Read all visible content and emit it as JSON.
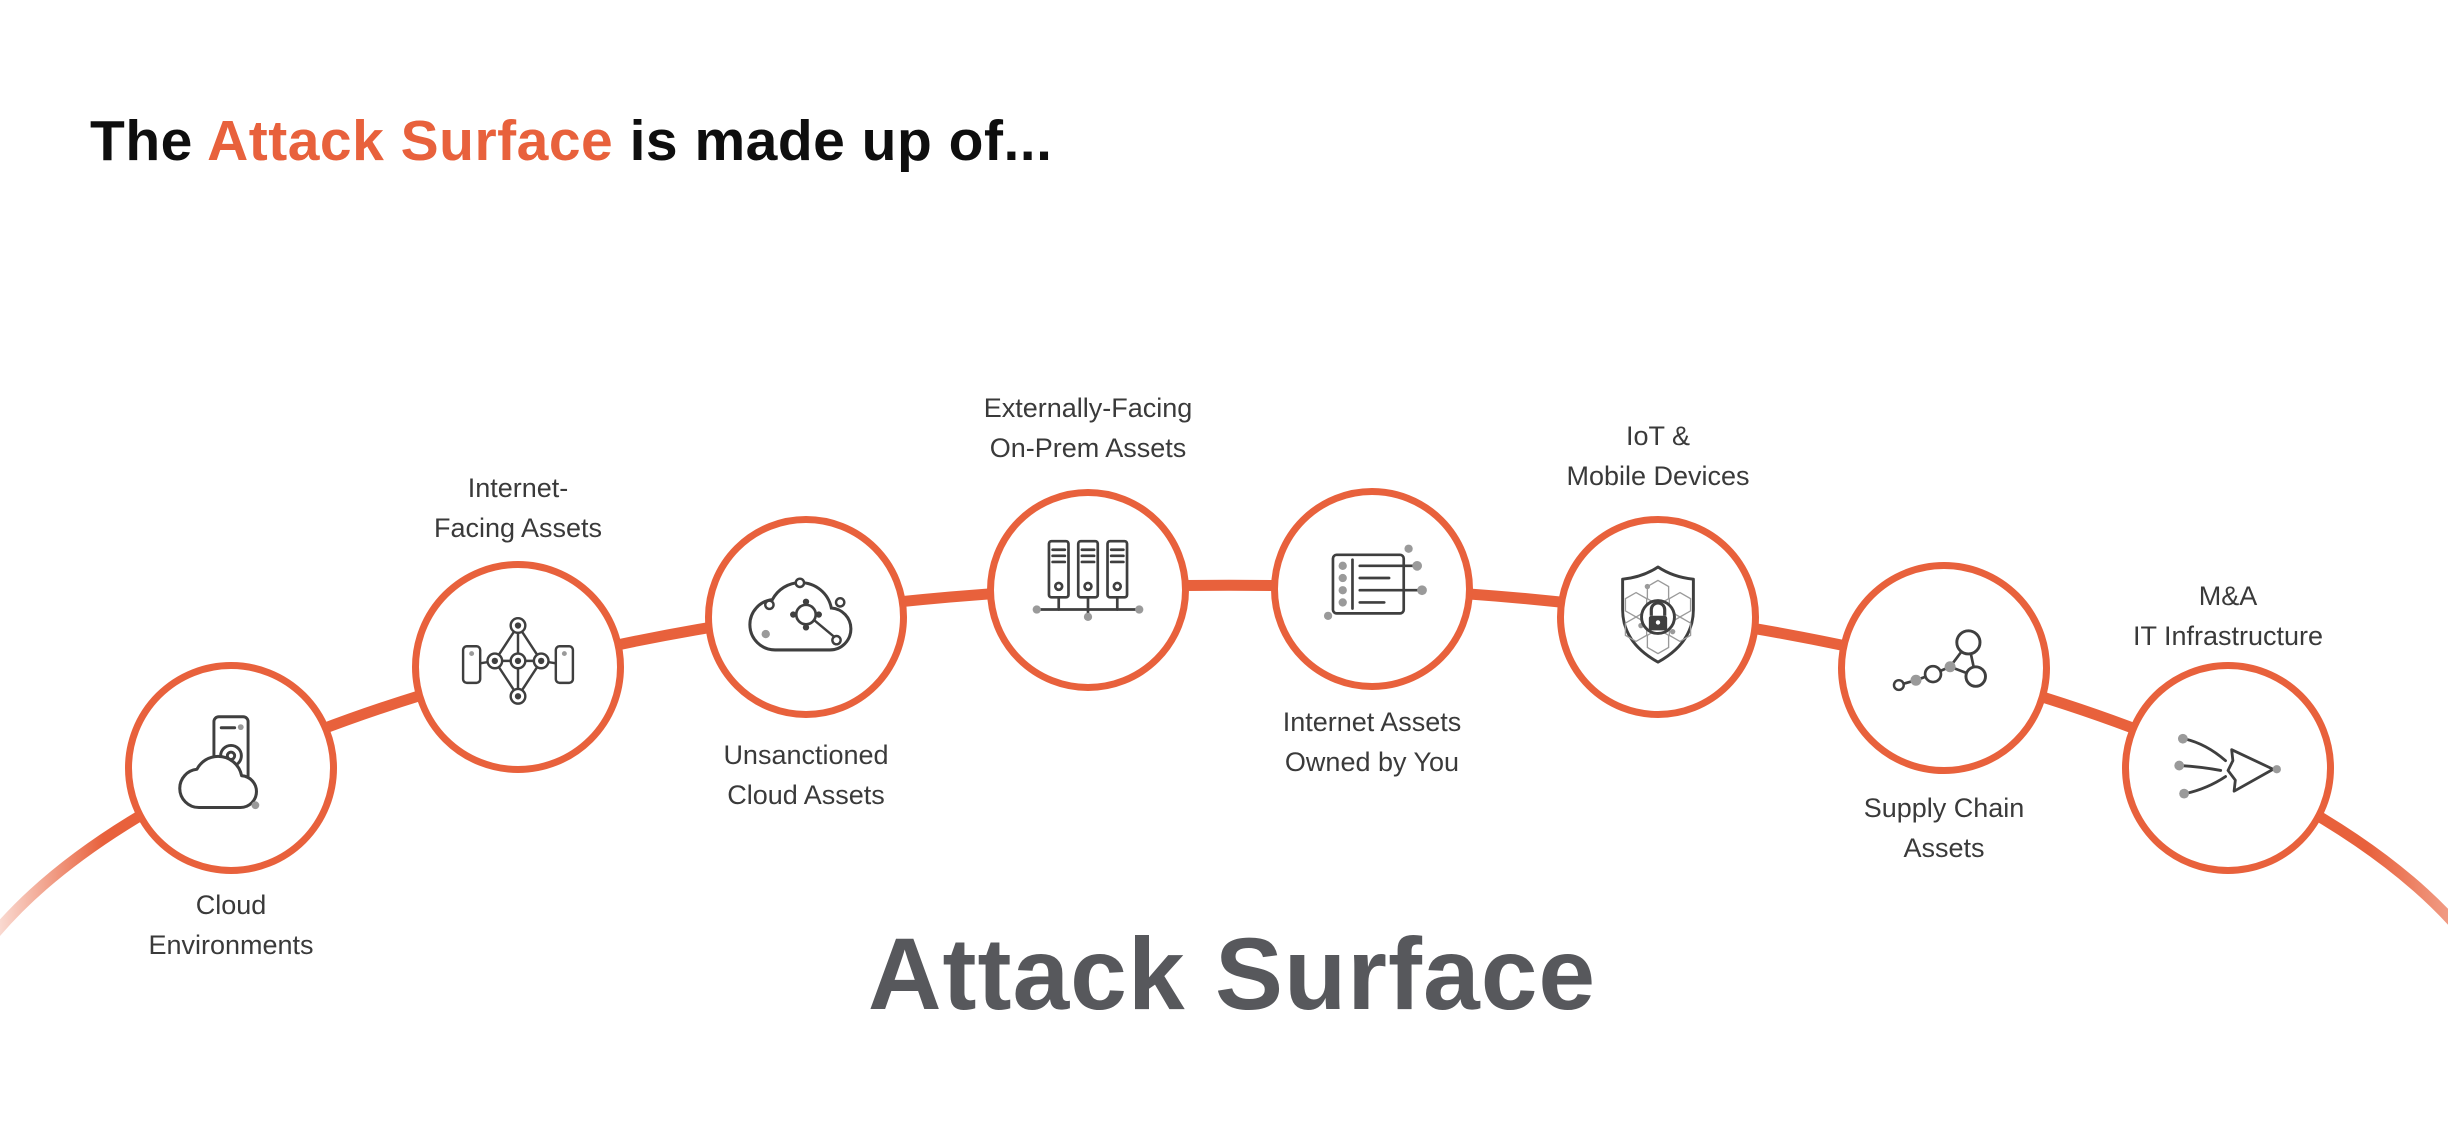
{
  "header": {
    "title_prefix": "The ",
    "title_highlight": "Attack Surface",
    "title_suffix": " is made up of..."
  },
  "diagram": {
    "big_label": "Attack Surface",
    "nodes": [
      {
        "name": "cloud-environments",
        "icon": "cloud-server-icon",
        "label_line1": "Cloud",
        "label_line2": "Environments",
        "label_position": "below"
      },
      {
        "name": "internet-facing-assets",
        "icon": "network-nodes-icon",
        "label_line1": "Internet-",
        "label_line2": "Facing Assets",
        "label_position": "above"
      },
      {
        "name": "unsanctioned-cloud-assets",
        "icon": "cloud-circuit-icon",
        "label_line1": "Unsanctioned",
        "label_line2": "Cloud Assets",
        "label_position": "below"
      },
      {
        "name": "externally-facing-on-prem-assets",
        "icon": "server-racks-icon",
        "label_line1": "Externally-Facing",
        "label_line2": "On-Prem Assets",
        "label_position": "above"
      },
      {
        "name": "internet-assets-owned-by-you",
        "icon": "asset-list-icon",
        "label_line1": "Internet Assets",
        "label_line2": "Owned by You",
        "label_position": "below"
      },
      {
        "name": "iot-mobile-devices",
        "icon": "shield-lock-icon",
        "label_line1": "IoT &",
        "label_line2": "Mobile Devices",
        "label_position": "above"
      },
      {
        "name": "supply-chain-assets",
        "icon": "molecule-icon",
        "label_line1": "Supply Chain",
        "label_line2": "Assets",
        "label_position": "below"
      },
      {
        "name": "ma-it-infrastructure",
        "icon": "branch-arrow-icon",
        "label_line1": "M&A",
        "label_line2": "IT Infrastructure",
        "label_position": "above"
      }
    ]
  },
  "colors": {
    "accent": "#E8613C",
    "title_text": "#0E0E0E",
    "big_label_text": "#57585C",
    "node_label_text": "#3A3A3A",
    "icon_ink": "#3F3F3F",
    "icon_dot": "#9A9A9A"
  }
}
